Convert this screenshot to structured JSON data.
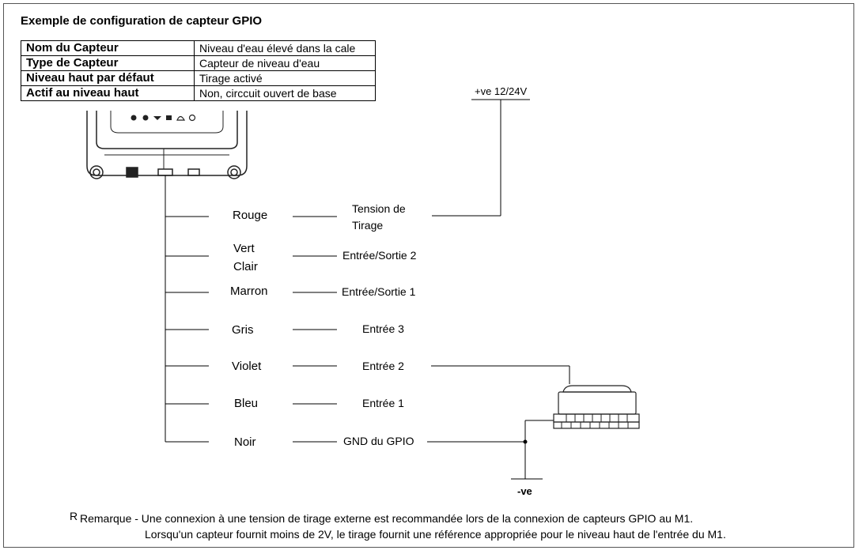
{
  "title": "Exemple de configuration de capteur GPIO",
  "config_table": [
    {
      "key": "Nom du Capteur",
      "value": "Niveau d'eau élevé dans la cale"
    },
    {
      "key": "Type de Capteur",
      "value": "Capteur de niveau d'eau"
    },
    {
      "key": "Niveau haut par défaut",
      "value": "Tirage activé"
    },
    {
      "key": "Actif au niveau haut",
      "value": "Non, circcuit ouvert de base"
    }
  ],
  "supply_label": "+ve 12/24V",
  "ground_label": "-ve",
  "wires": [
    {
      "color": "Rouge",
      "function": "Tension de Tirage"
    },
    {
      "color": "Vert Clair",
      "function": "Entrée/Sortie 2"
    },
    {
      "color": "Marron",
      "function": "Entrée/Sortie 1"
    },
    {
      "color": "Gris",
      "function": "Entrée 3"
    },
    {
      "color": "Violet",
      "function": "Entrée 2"
    },
    {
      "color": "Bleu",
      "function": "Entrée 1"
    },
    {
      "color": "Noir",
      "function": "GND du GPIO"
    }
  ],
  "wire_labels": {
    "rouge": "Rouge",
    "vert_1": "Vert",
    "vert_2": "Clair",
    "marron": "Marron",
    "gris": "Gris",
    "violet": "Violet",
    "bleu": "Bleu",
    "noir": "Noir"
  },
  "function_labels": {
    "tirage_1": "Tension de",
    "tirage_2": "Tirage",
    "io2": "Entrée/Sortie 2",
    "io1": "Entrée/Sortie 1",
    "in3": "Entrée 3",
    "in2": "Entrée 2",
    "in1": "Entrée 1",
    "gnd": "GND du GPIO"
  },
  "note": {
    "marker": "R",
    "line1": "Remarque - Une connexion à une tension de tirage externe est recommandée lors de la connexion de capteurs GPIO au M1.",
    "line2": "Lorsqu'un capteur fournit moins de 2V, le tirage fournit une référence appropriée pour le niveau haut de l'entrée du M1."
  },
  "colors": {
    "line": "#000000",
    "device": "#222222",
    "frame": "#555555"
  }
}
